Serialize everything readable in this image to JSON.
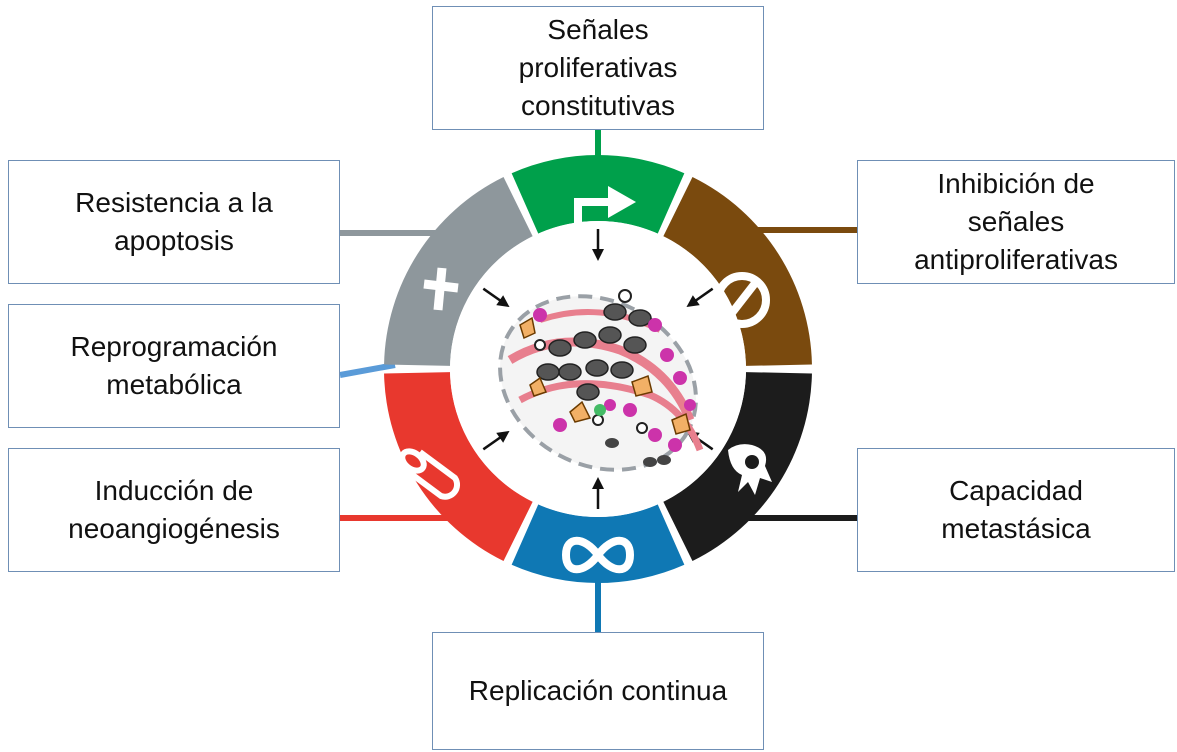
{
  "colors": {
    "green": "#00a04b",
    "brown": "#7a4a0e",
    "black": "#1c1c1c",
    "blue": "#0f78b4",
    "red": "#e8382e",
    "gray": "#8e979c",
    "metabolic_blue": "#5a9bd8",
    "box_border": "#6f8fb5"
  },
  "labels": {
    "top": [
      "Señales",
      "proliferativas",
      "constitutivas"
    ],
    "right_top": [
      "Inhibición de",
      "señales",
      "antiproliferativas"
    ],
    "right_bottom": [
      "Capacidad",
      "metastásica"
    ],
    "bottom": [
      "Replicación continua"
    ],
    "left_bottom": [
      "Inducción de",
      "neoangiogénesis"
    ],
    "left_middle": [
      "Reprogramación",
      "metabólica"
    ],
    "left_top": [
      "Resistencia a la",
      "apoptosis"
    ]
  },
  "icons": {
    "green": "signal-arrow-icon",
    "brown": "prohibition-icon",
    "black": "metastatic-cell-icon",
    "blue": "infinity-icon",
    "red": "blood-vessel-icon",
    "gray": "cross-icon",
    "center": "tumor-microenvironment-icon"
  }
}
